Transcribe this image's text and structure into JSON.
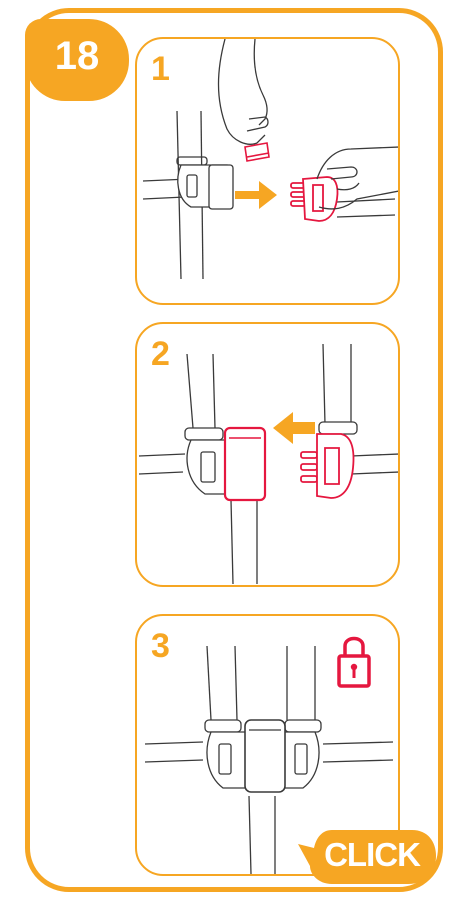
{
  "step": {
    "number": "18"
  },
  "panels": [
    {
      "label": "1"
    },
    {
      "label": "2"
    },
    {
      "label": "3"
    }
  ],
  "click_label": "CLICK",
  "colors": {
    "accent": "#f6a623",
    "buckle_red": "#e5173f",
    "line": "#3a3a3a"
  },
  "icons": [
    "arrow-right-icon",
    "arrow-left-icon",
    "padlock-icon",
    "hand-icon"
  ]
}
